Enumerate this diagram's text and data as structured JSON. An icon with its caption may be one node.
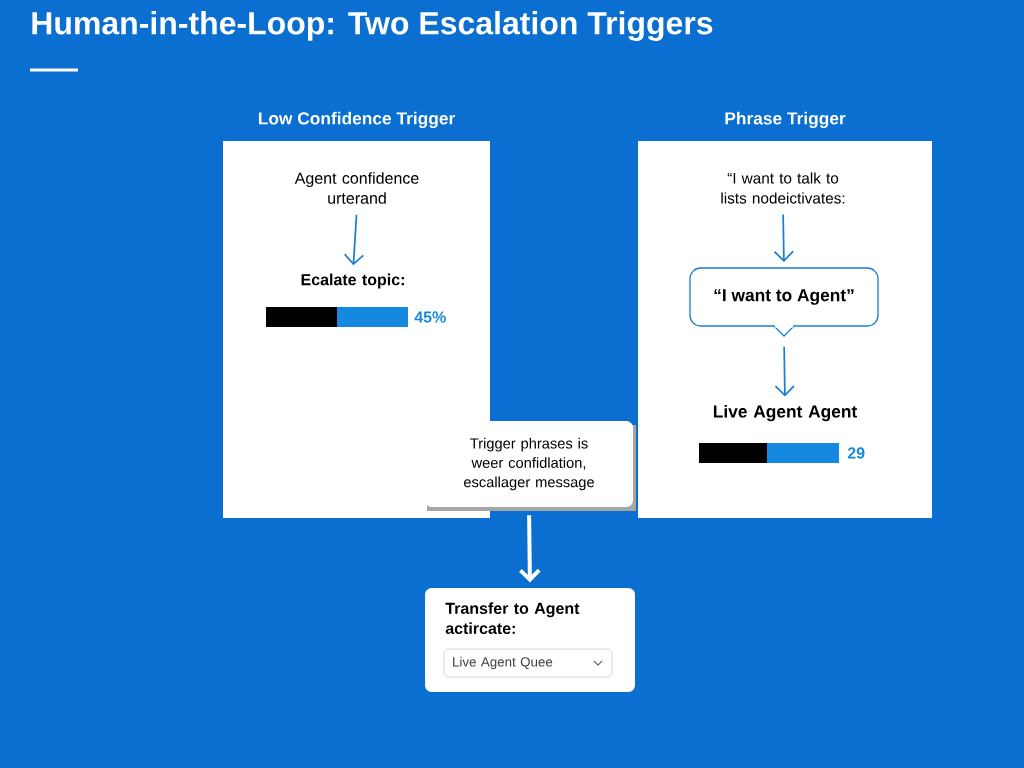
{
  "diagram": {
    "title": "Human-in-the-Loop: Two Escalation Triggers",
    "nodes": [
      {
        "text": [
          "Low Confidence Trigger"
        ]
      },
      {
        "text": [
          "Agent confidence urterand"
        ],
        "in": 0
      },
      {
        "text": [
          "Ecalate topic:"
        ],
        "in": 0
      },
      {
        "text": [
          "Phrase Trigger"
        ]
      },
      {
        "text": [
          "“I want to talk to lists nodeictivates:"
        ],
        "in": 3
      },
      {
        "text": [
          "“I want to Agent”"
        ],
        "in": 3
      },
      {
        "text": [
          "Live Agent Agent"
        ],
        "in": 3
      },
      {
        "text": [
          "Trigger phrases is weer confidlation, escallager message"
        ]
      },
      {
        "text": [
          "Transfer to Agent actircate:"
        ]
      },
      {
        "text": [
          "Live Agent Quee"
        ],
        "in": 8
      }
    ],
    "edges": [
      {
        "from": 1,
        "to": 2,
        "arrow": "to"
      },
      {
        "from": 4,
        "to": 5,
        "arrow": "to"
      },
      {
        "from": 5,
        "to": 6,
        "arrow": "to"
      },
      {
        "from": 7,
        "to": 8,
        "arrow": "to",
        "style": "thick",
        "color": "#ffffff"
      }
    ],
    "labels": [
      "45%",
      "29"
    ]
  }
}
